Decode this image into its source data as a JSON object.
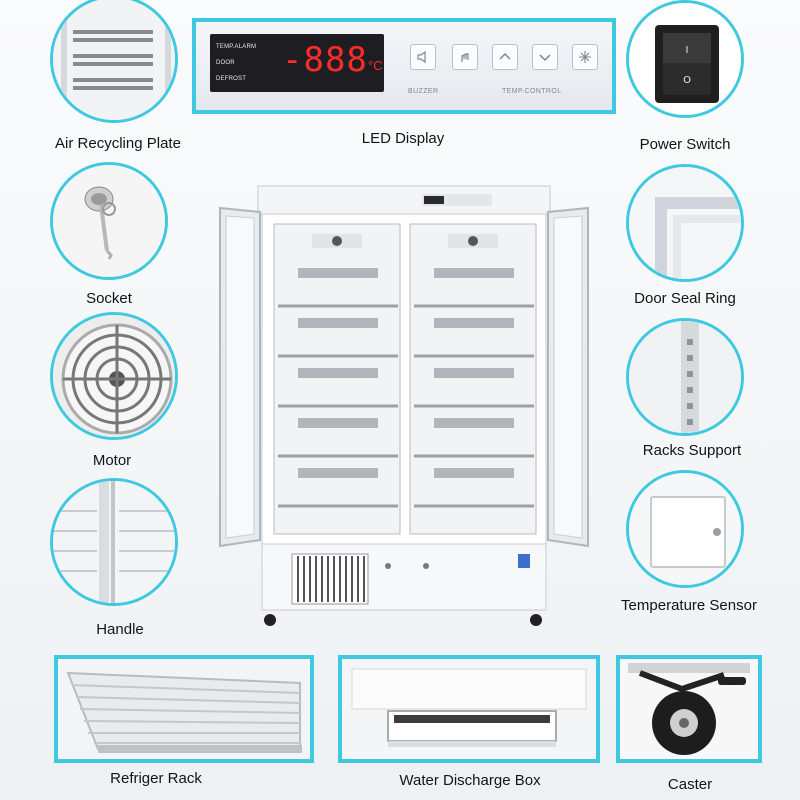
{
  "labels": {
    "air_recycling_plate": "Air Recycling Plate",
    "led_display": "LED Display",
    "power_switch": "Power Switch",
    "socket": "Socket",
    "door_seal_ring": "Door Seal Ring",
    "motor": "Motor",
    "racks_support": "Racks Support",
    "handle": "Handle",
    "temperature_sensor": "Temperature Sensor",
    "refriger_rack": "Refriger Rack",
    "water_discharge_box": "Water Discharge Box",
    "caster": "Caster"
  },
  "control_panel": {
    "indicators": [
      "TEMP.ALARM",
      "DOOR",
      "DEFROST"
    ],
    "readout": "-888",
    "unit": "°C",
    "buzzer_label": "BUZZER",
    "temp_control_label": "TEMP.CONTROL"
  },
  "power_switch": {
    "on_mark": "I",
    "off_mark": "O"
  },
  "colors": {
    "accent": "#3ec9e0",
    "led_red": "#ff2a2a"
  }
}
